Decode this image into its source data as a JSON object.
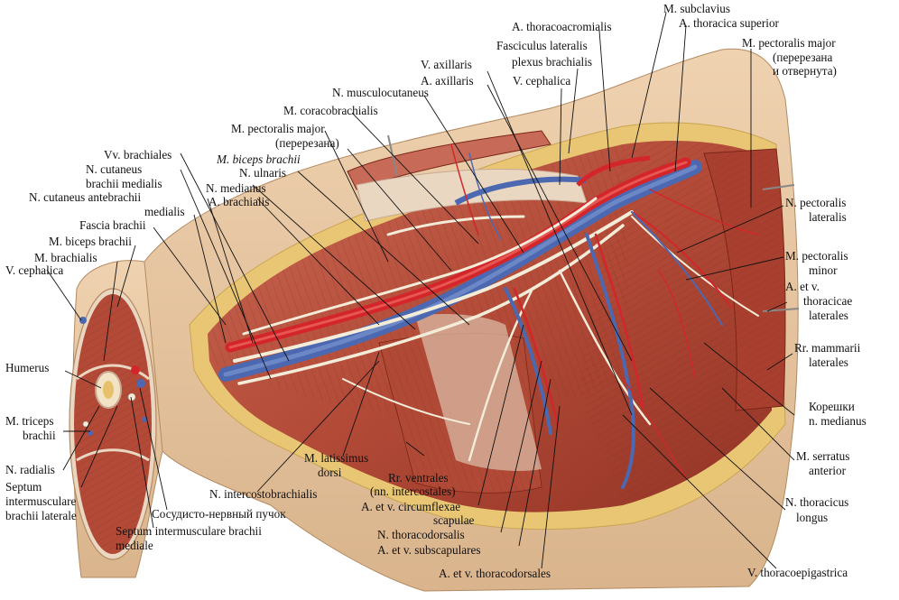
{
  "labels": {
    "subclavius": "M. subclavius",
    "thoracoacromialis": "A. thoracoacromialis",
    "thoracica_superior": "A. thoracica superior",
    "pect_major_right_1": "M. pectoralis major",
    "pect_major_right_2": "(перерезана",
    "pect_major_right_3": "и отвернута)",
    "fasc_lat_1": "Fasciculus lateralis",
    "fasc_lat_2": "plexus brachialis",
    "v_axillaris": "V. axillaris",
    "a_axillaris": "A. axillaris",
    "v_cephalica_top": "V. cephalica",
    "musculocutaneus": "N. musculocutaneus",
    "coracobrachialis": "M. coracobrachialis",
    "pect_major_left_1": "M. pectoralis major",
    "pect_major_left_2": "(перерезана)",
    "biceps_top": "M. biceps brachii",
    "ulnaris": "N. ulnaris",
    "vv_brachiales": "Vv. brachiales",
    "cut_brachii_1": "N. cutaneus",
    "cut_brachii_2": "brachii medialis",
    "medianus": "N. medianus",
    "a_brachialis": "A. brachialis",
    "cut_antebrachii_1": "N. cutaneus antebrachii",
    "cut_antebrachii_2": "medialis",
    "fascia_brachii": "Fascia brachii",
    "biceps_left": "M. biceps brachii",
    "brachialis": "M. brachialis",
    "v_cephalica_left": "V. cephalica",
    "humerus": "Humerus",
    "triceps_1": "M. triceps",
    "triceps_2": "brachii",
    "radialis": "N. radialis",
    "septum_lat_1": "Septum",
    "septum_lat_2": "intermusculare",
    "septum_lat_3": "brachii laterale",
    "vascular_bundle": "Сосудисто-нервный пучок",
    "septum_med_1": "Septum intermusculare brachii",
    "septum_med_2": "mediale",
    "intercostobrachialis": "N. intercostobrachialis",
    "latissimus_1": "M. latissimus",
    "latissimus_2": "dorsi",
    "rr_ventrales_1": "Rr. ventrales",
    "rr_ventrales_2": "(nn. intercostales)",
    "circumflexae_1": "A. et v. circumflexae",
    "circumflexae_2": "scapulae",
    "thoracodorsalis": "N. thoracodorsalis",
    "subscapulares": "A. et  v. subscapulares",
    "thoracodorsales": "A. et v. thoracodorsales",
    "thoracoepigastrica": "V. thoracoepigastrica",
    "pect_lateralis_1": "N. pectoralis",
    "pect_lateralis_2": "lateralis",
    "pect_minor_1": "M. pectoralis",
    "pect_minor_2": "minor",
    "thor_lat_1": "A. et v.",
    "thor_lat_2": "thoracicae",
    "thor_lat_3": "laterales",
    "mammarii_1": "Rr. mammarii",
    "mammarii_2": "laterales",
    "koreshki_1": "Корешки",
    "koreshki_2": "n. medianus",
    "serratus_1": "M. serratus",
    "serratus_2": "anterior",
    "thoracicus_1": "N. thoracicus",
    "thoracicus_2": "longus"
  },
  "colors": {
    "skin": "#e7c8a4",
    "muscle": "#b8523f",
    "muscle_dark": "#8f3325",
    "artery": "#d4262a",
    "vein": "#4b68b0",
    "fat": "#e8c673",
    "fascia": "#ead7c2",
    "nerve": "#f3ecd9"
  }
}
